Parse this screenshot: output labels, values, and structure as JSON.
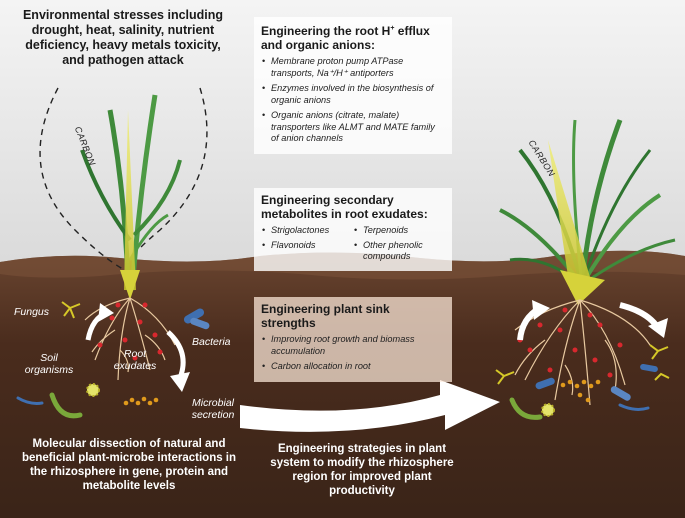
{
  "stress_text": "Environmental stresses including drought, heat, salinity, nutrient deficiency, heavy metals toxicity, and pathogen attack",
  "carbon_label": "CARBON",
  "panels": {
    "efflux": {
      "title_part1": "Engineering the root H",
      "title_sup": "+",
      "title_part2": " efflux and organic anions:",
      "items": [
        "Membrane proton pump ATPase transports, Na⁺/H⁺ antiporters",
        "Enzymes involved in the biosynthesis of organic anions",
        "Organic anions (citrate, malate) transporters like ALMT and MATE family of anion channels"
      ]
    },
    "secondary": {
      "title": "Engineering secondary metabolites in root exudates:",
      "items": [
        "Strigolactones",
        "Terpenoids",
        "Flavonoids",
        "Other phenolic compounds"
      ]
    },
    "sink": {
      "title": "Engineering plant sink strengths",
      "items": [
        "Improving root growth and biomass accumulation",
        "Carbon allocation in root"
      ]
    }
  },
  "labels": {
    "fungus": "Fungus",
    "bacteria": "Bacteria",
    "soil_organisms": "Soil organisms",
    "root_exudates": "Root exudates",
    "microbial_secretion": "Microbial secretion"
  },
  "bottom_left": "Molecular dissection of natural and beneficial plant-microbe interactions in the rhizosphere in gene, protein and metabolite levels",
  "bottom_center": "Engineering strategies in plant system to modify the rhizosphere region for improved plant productivity",
  "colors": {
    "soil_dark": "#3a2418",
    "soil_mid": "#5a3826",
    "sky": "#e6e6e6",
    "leaf": "#3f8a3a",
    "stem_yellow": "#e5e24a",
    "exudate_red": "#d8282e",
    "bacteria_blue": "#3f6fb0",
    "microbe_yellow": "#d6c828",
    "secretion_orange": "#e09a1c"
  }
}
